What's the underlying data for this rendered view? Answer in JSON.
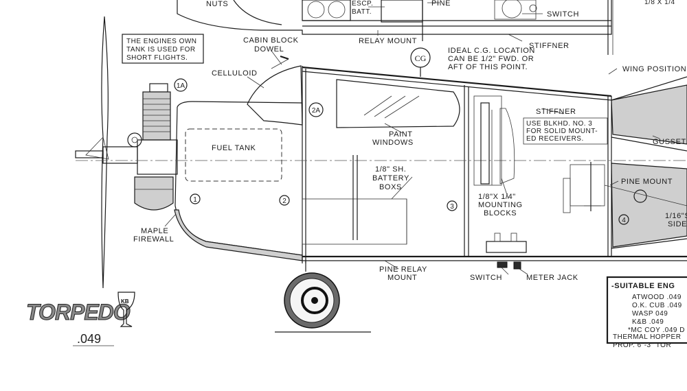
{
  "labels": {
    "nuts": "NUTS",
    "escp_batt_1": "ESCP.",
    "escp_batt_2": "BATT.",
    "pine_top": "PINE",
    "switch_top": "SWITCH",
    "dim_top": "1/8 X 1/4",
    "relay_mount": "RELAY MOUNT",
    "stiffner_top": "STIFFNER",
    "wing_position": "WING POSITION",
    "engine_tank_1": "THE ENGINES OWN",
    "engine_tank_2": "TANK IS USED FOR",
    "engine_tank_3": "SHORT FLIGHTS.",
    "cabin_block_1": "CABIN BLOCK",
    "cabin_block_2": "DOWEL",
    "celluloid": "CELLULOID",
    "cg_symbol": "CG",
    "ideal_cg_1": "IDEAL C.G. LOCATION",
    "ideal_cg_2": "CAN BE 1/2\" FWD. OR",
    "ideal_cg_3": "AFT OF THIS POINT.",
    "stiffner_mid": "STIFFNER",
    "blkhd_1": "USE BLKHD. NO. 3",
    "blkhd_2": "FOR SOLID MOUNT-",
    "blkhd_3": "ED RECEIVERS.",
    "gusset": "GUSSET",
    "fuel_tank": "FUEL TANK",
    "paint_windows_1": "PAINT",
    "paint_windows_2": "WINDOWS",
    "battery_1": "1/8\" SH.",
    "battery_2": "BATTERY",
    "battery_3": "BOXS",
    "mounting_1": "1/8\"X 1/4\"",
    "mounting_2": "MOUNTING",
    "mounting_3": "BLOCKS",
    "pine_mount": "PINE MOUNT",
    "side_1": "1/16\"S",
    "side_2": "SIDE",
    "maple_1": "MAPLE",
    "maple_2": "FIREWALL",
    "pine_relay_1": "PINE RELAY",
    "pine_relay_2": "MOUNT",
    "switch_bottom": "SWITCH",
    "meter_jack": "METER JACK"
  },
  "callouts": {
    "c1a": "1A",
    "c2a": "2A",
    "c1": "1",
    "c2": "2",
    "c3": "3",
    "c4": "4"
  },
  "logo": {
    "name": "TORPEDO",
    "badge": "KB",
    "size": ".049"
  },
  "engines": {
    "title": "-SUITABLE ENG",
    "items": [
      "ATWOOD .049",
      "O.K. CUB .049",
      "WASP 049",
      "K&B .049",
      "*MC COY .049 D",
      "THERMAL HOPPER",
      "PROP. 6\"-3\" TOR"
    ]
  }
}
